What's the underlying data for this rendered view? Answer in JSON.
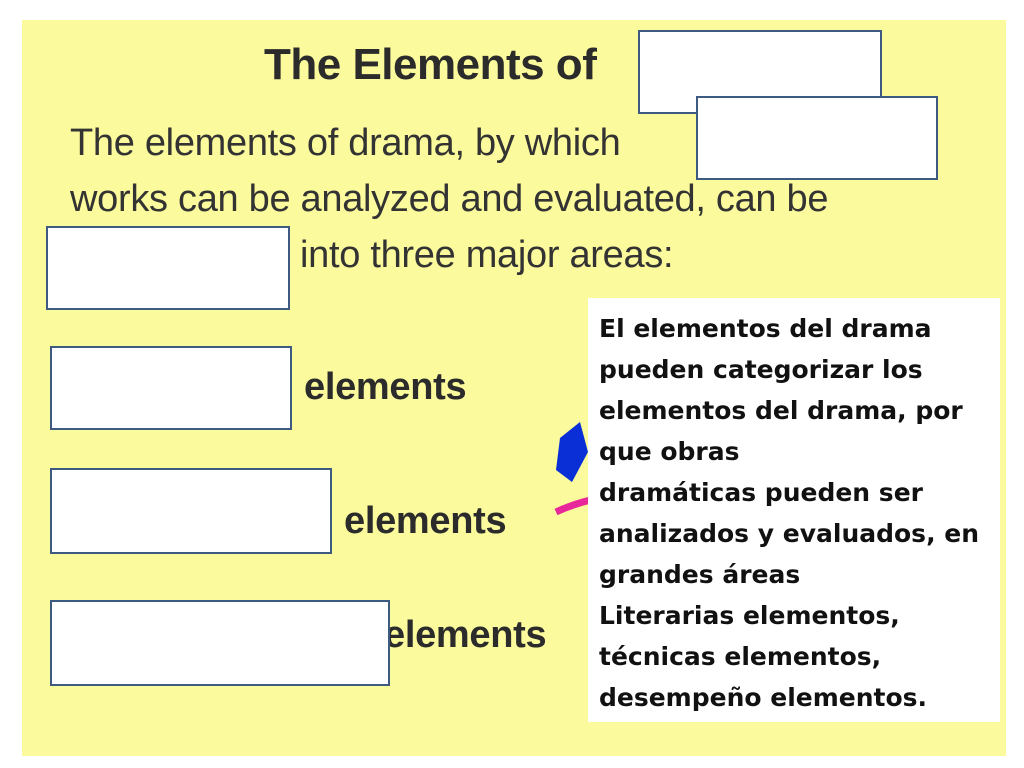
{
  "slide": {
    "title": "The Elements of",
    "body_lines": [
      "The elements of drama, by which",
      "works can be analyzed and evaluated, can be",
      "into three major areas:"
    ],
    "element_labels": [
      "elements",
      "elements",
      "elements"
    ]
  },
  "translation_box": {
    "lines": [
      "El elementos del drama",
      "pueden categorizar los",
      "elementos del drama, por",
      "que obras",
      "dramáticas pueden ser",
      "analizados y evaluados, en",
      "grandes áreas",
      "Literarias elementos,",
      "técnicas elementos,",
      "desempeño elementos."
    ]
  },
  "colors": {
    "slide_background": "#fbfa9c",
    "cover_box_border": "#3d5a80",
    "decor_blue": "#0a2fd6",
    "decor_pink": "#e8279a"
  }
}
